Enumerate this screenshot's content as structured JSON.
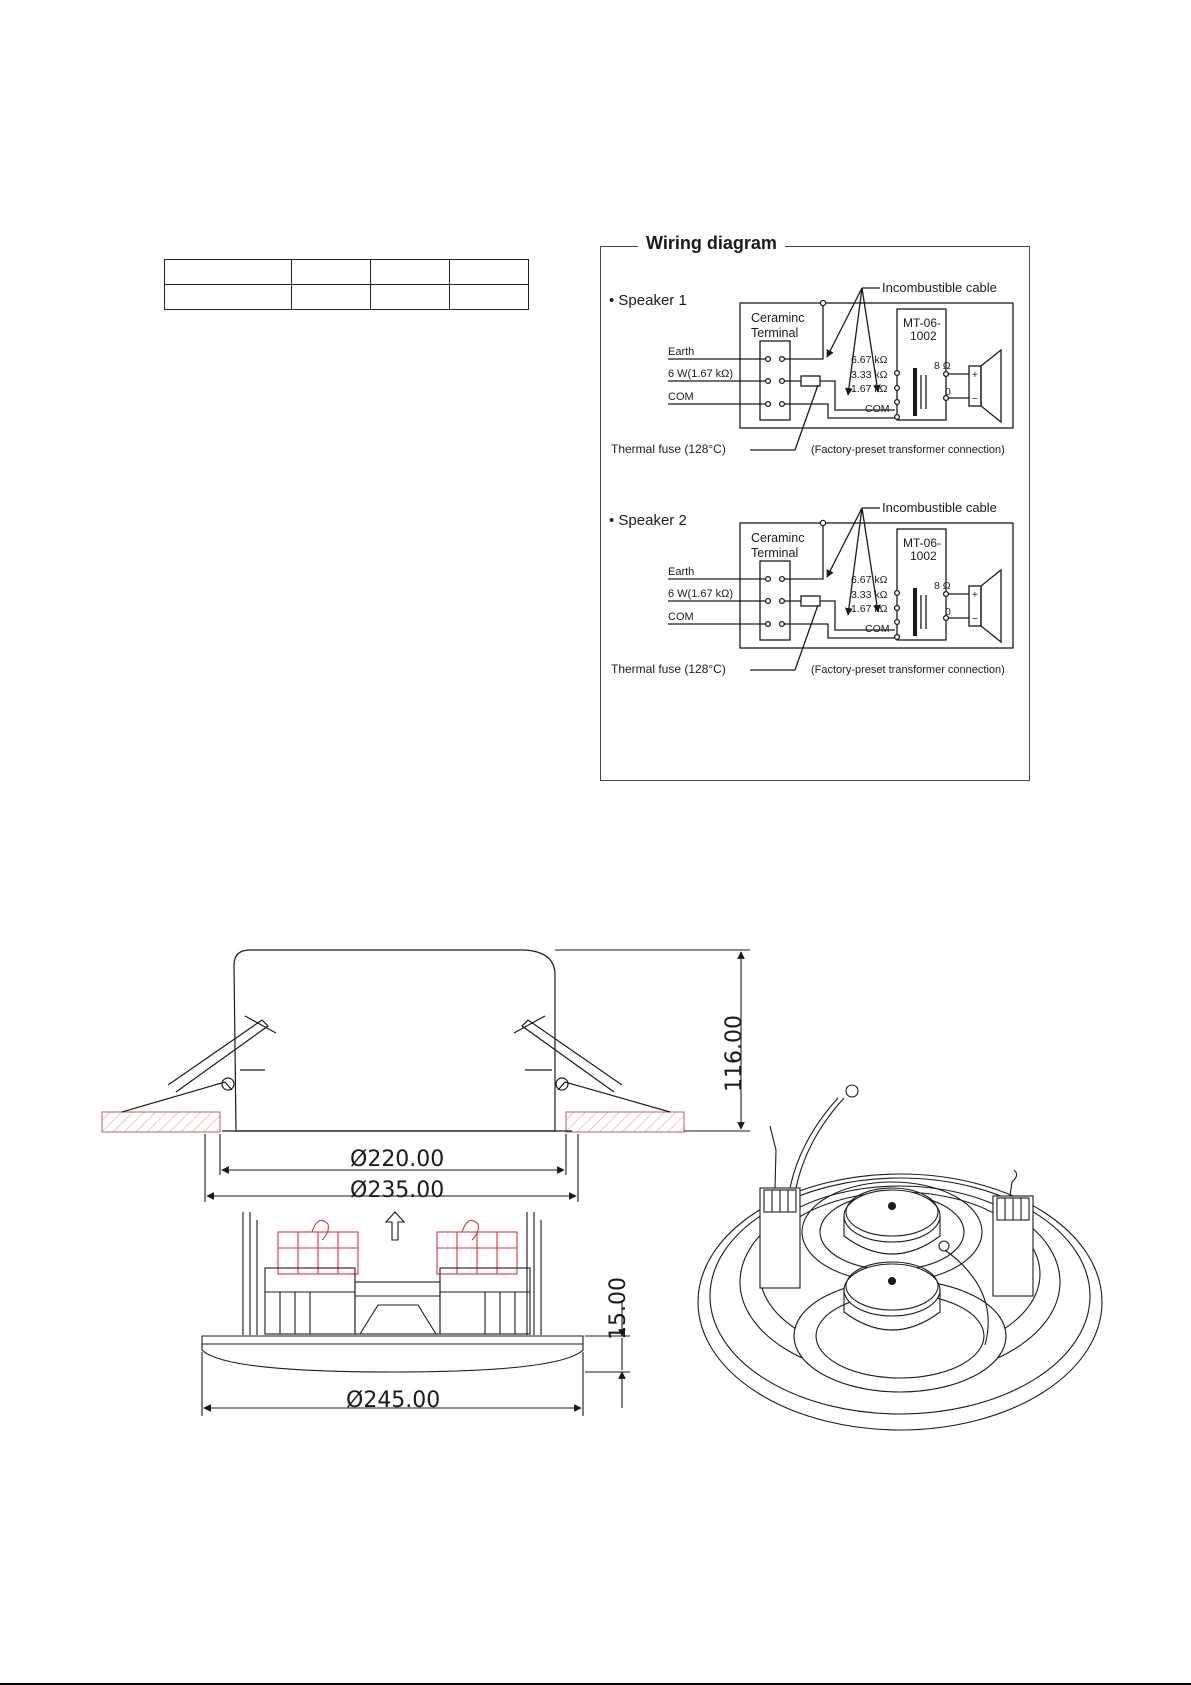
{
  "spec_table": {
    "rows": [
      [
        "",
        "",
        "",
        ""
      ],
      [
        "",
        "",
        "",
        ""
      ]
    ]
  },
  "wiring_diagram": {
    "title": "Wiring diagram",
    "speakers": [
      {
        "label": "• Speaker 1",
        "cable": "Incombustible cable",
        "terminal": [
          "Ceraminc",
          "Terminal"
        ],
        "transformer": [
          "MT-06-",
          "1002"
        ],
        "inputs": [
          "Earth",
          "6 W(1.67 kΩ)",
          "COM"
        ],
        "taps": [
          "6.67 kΩ",
          "3.33 kΩ",
          "1.67 kΩ",
          "COM"
        ],
        "outputs": [
          "8 Ω",
          "0"
        ],
        "fuse": "Thermal fuse (128°C)",
        "note": "(Factory-preset transformer connection)"
      },
      {
        "label": "• Speaker 2",
        "cable": "Incombustible cable",
        "terminal": [
          "Ceraminc",
          "Terminal"
        ],
        "transformer": [
          "MT-06-",
          "1002"
        ],
        "inputs": [
          "Earth",
          "6 W(1.67 kΩ)",
          "COM"
        ],
        "taps": [
          "6.67 kΩ",
          "3.33 kΩ",
          "1.67 kΩ",
          "COM"
        ],
        "outputs": [
          "8 Ω",
          "0"
        ],
        "fuse": "Thermal fuse (128°C)",
        "note": "(Factory-preset transformer connection)"
      }
    ]
  },
  "dimensions": {
    "height": "116.00",
    "cutout_inner": "Ø220.00",
    "cutout_outer": "Ø235.00",
    "flange_height": "15.00",
    "outer_diameter": "Ø245.00"
  },
  "colors": {
    "line": "#1a1a1a",
    "red": "#d9363e",
    "hatch": "#e8a0a0"
  }
}
